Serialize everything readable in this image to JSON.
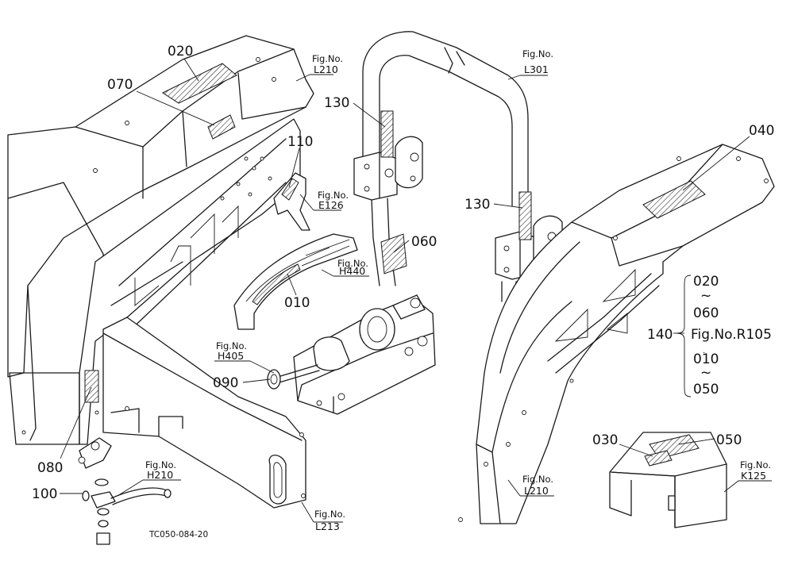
{
  "drawing_code": "TC050-084-20",
  "callouts": {
    "c020": "020",
    "c070": "070",
    "c110": "110",
    "c130a": "130",
    "c130b": "130",
    "c040": "040",
    "c060": "060",
    "c010": "010",
    "c090": "090",
    "c080": "080",
    "c100": "100",
    "c030": "030",
    "c050": "050",
    "c140": "140"
  },
  "fig_refs": {
    "l210_top": {
      "label": "Fig.No.",
      "num": "L210"
    },
    "l301": {
      "label": "Fig.No.",
      "num": "L301"
    },
    "e126": {
      "label": "Fig.No.",
      "num": "E126"
    },
    "h440": {
      "label": "Fig.No.",
      "num": "H440"
    },
    "h405": {
      "label": "Fig.No.",
      "num": "H405"
    },
    "h210": {
      "label": "Fig.No.",
      "num": "H210"
    },
    "l213": {
      "label": "Fig.No.",
      "num": "L213"
    },
    "l210_bottom": {
      "label": "Fig.No.",
      "num": "L210"
    },
    "k125": {
      "label": "Fig.No.",
      "num": "K125"
    }
  },
  "group_140": {
    "ref": "Fig.No.R105",
    "range1_start": "020",
    "range1_end": "060",
    "range2_start": "010",
    "range2_end": "050",
    "tilde": "~"
  }
}
